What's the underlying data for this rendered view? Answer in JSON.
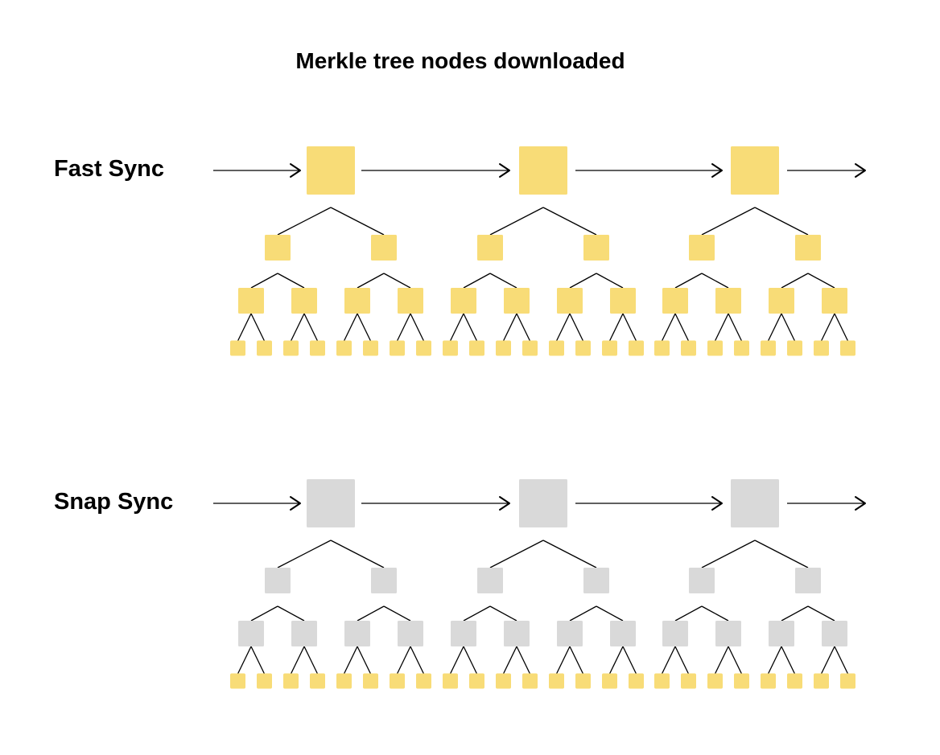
{
  "title": "Merkle tree nodes downloaded",
  "rows": [
    {
      "label": "Fast Sync",
      "colors": {
        "root": "#F8DC77",
        "level1": "#F8DC77",
        "level2": "#F8DC77",
        "leaf": "#F8DC77"
      },
      "blocks": 3
    },
    {
      "label": "Snap Sync",
      "colors": {
        "root": "#D9D9D9",
        "level1": "#D9D9D9",
        "level2": "#D9D9D9",
        "leaf": "#F8DC77"
      },
      "blocks": 3
    }
  ],
  "edge_color": "#000000"
}
